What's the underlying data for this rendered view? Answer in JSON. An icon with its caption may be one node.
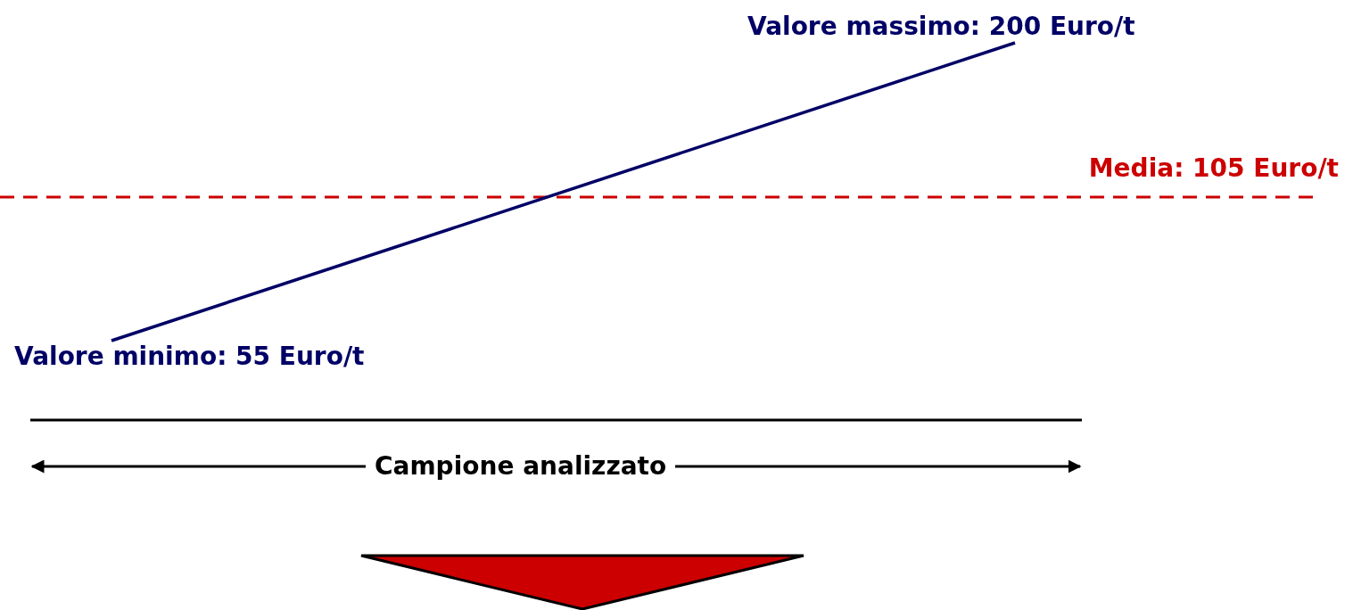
{
  "diagram": {
    "nodes": [
      {
        "text": [
          "Valore massimo: 200 Euro/t"
        ]
      },
      {
        "text": [
          "Valore minimo: 55 Euro/t"
        ]
      },
      {
        "text": [],
        "shape": "triangle"
      }
    ],
    "edges": [
      {
        "from": 1,
        "to": 0,
        "arrow": "none"
      }
    ],
    "labels": [
      "Media: 105 Euro/t",
      "Campione analizzato"
    ]
  }
}
